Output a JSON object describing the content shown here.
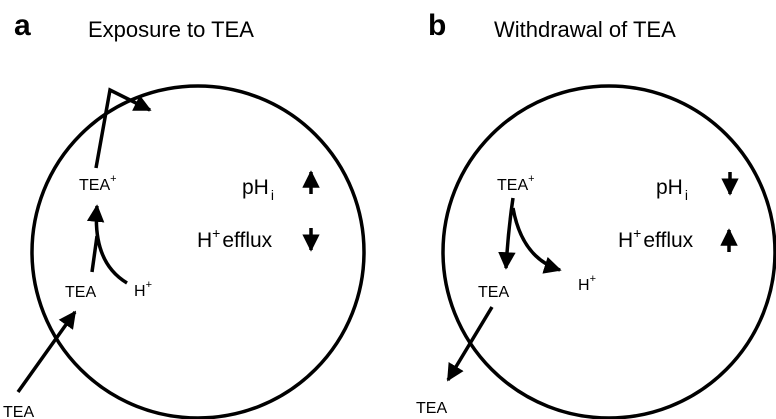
{
  "panels": [
    {
      "letter": "a",
      "title": "Exposure to TEA",
      "tea_outside": "TEA",
      "tea_inside": "TEA",
      "tea_ion": "TEA",
      "tea_ion_charge": "+",
      "proton": "H",
      "proton_charge": "+",
      "ph_label": "pH",
      "ph_subscript": "i",
      "ph_change": "increase",
      "efflux_label": "efflux",
      "efflux_ion": "H",
      "efflux_charge": "+",
      "efflux_change": "decrease"
    },
    {
      "letter": "b",
      "title": "Withdrawal of TEA",
      "tea_outside": "TEA",
      "tea_inside": "TEA",
      "tea_ion": "TEA",
      "tea_ion_charge": "+",
      "proton": "H",
      "proton_charge": "+",
      "ph_label": "pH",
      "ph_subscript": "i",
      "ph_change": "decrease",
      "efflux_label": "efflux",
      "efflux_ion": "H",
      "efflux_charge": "+",
      "efflux_change": "increase"
    }
  ]
}
